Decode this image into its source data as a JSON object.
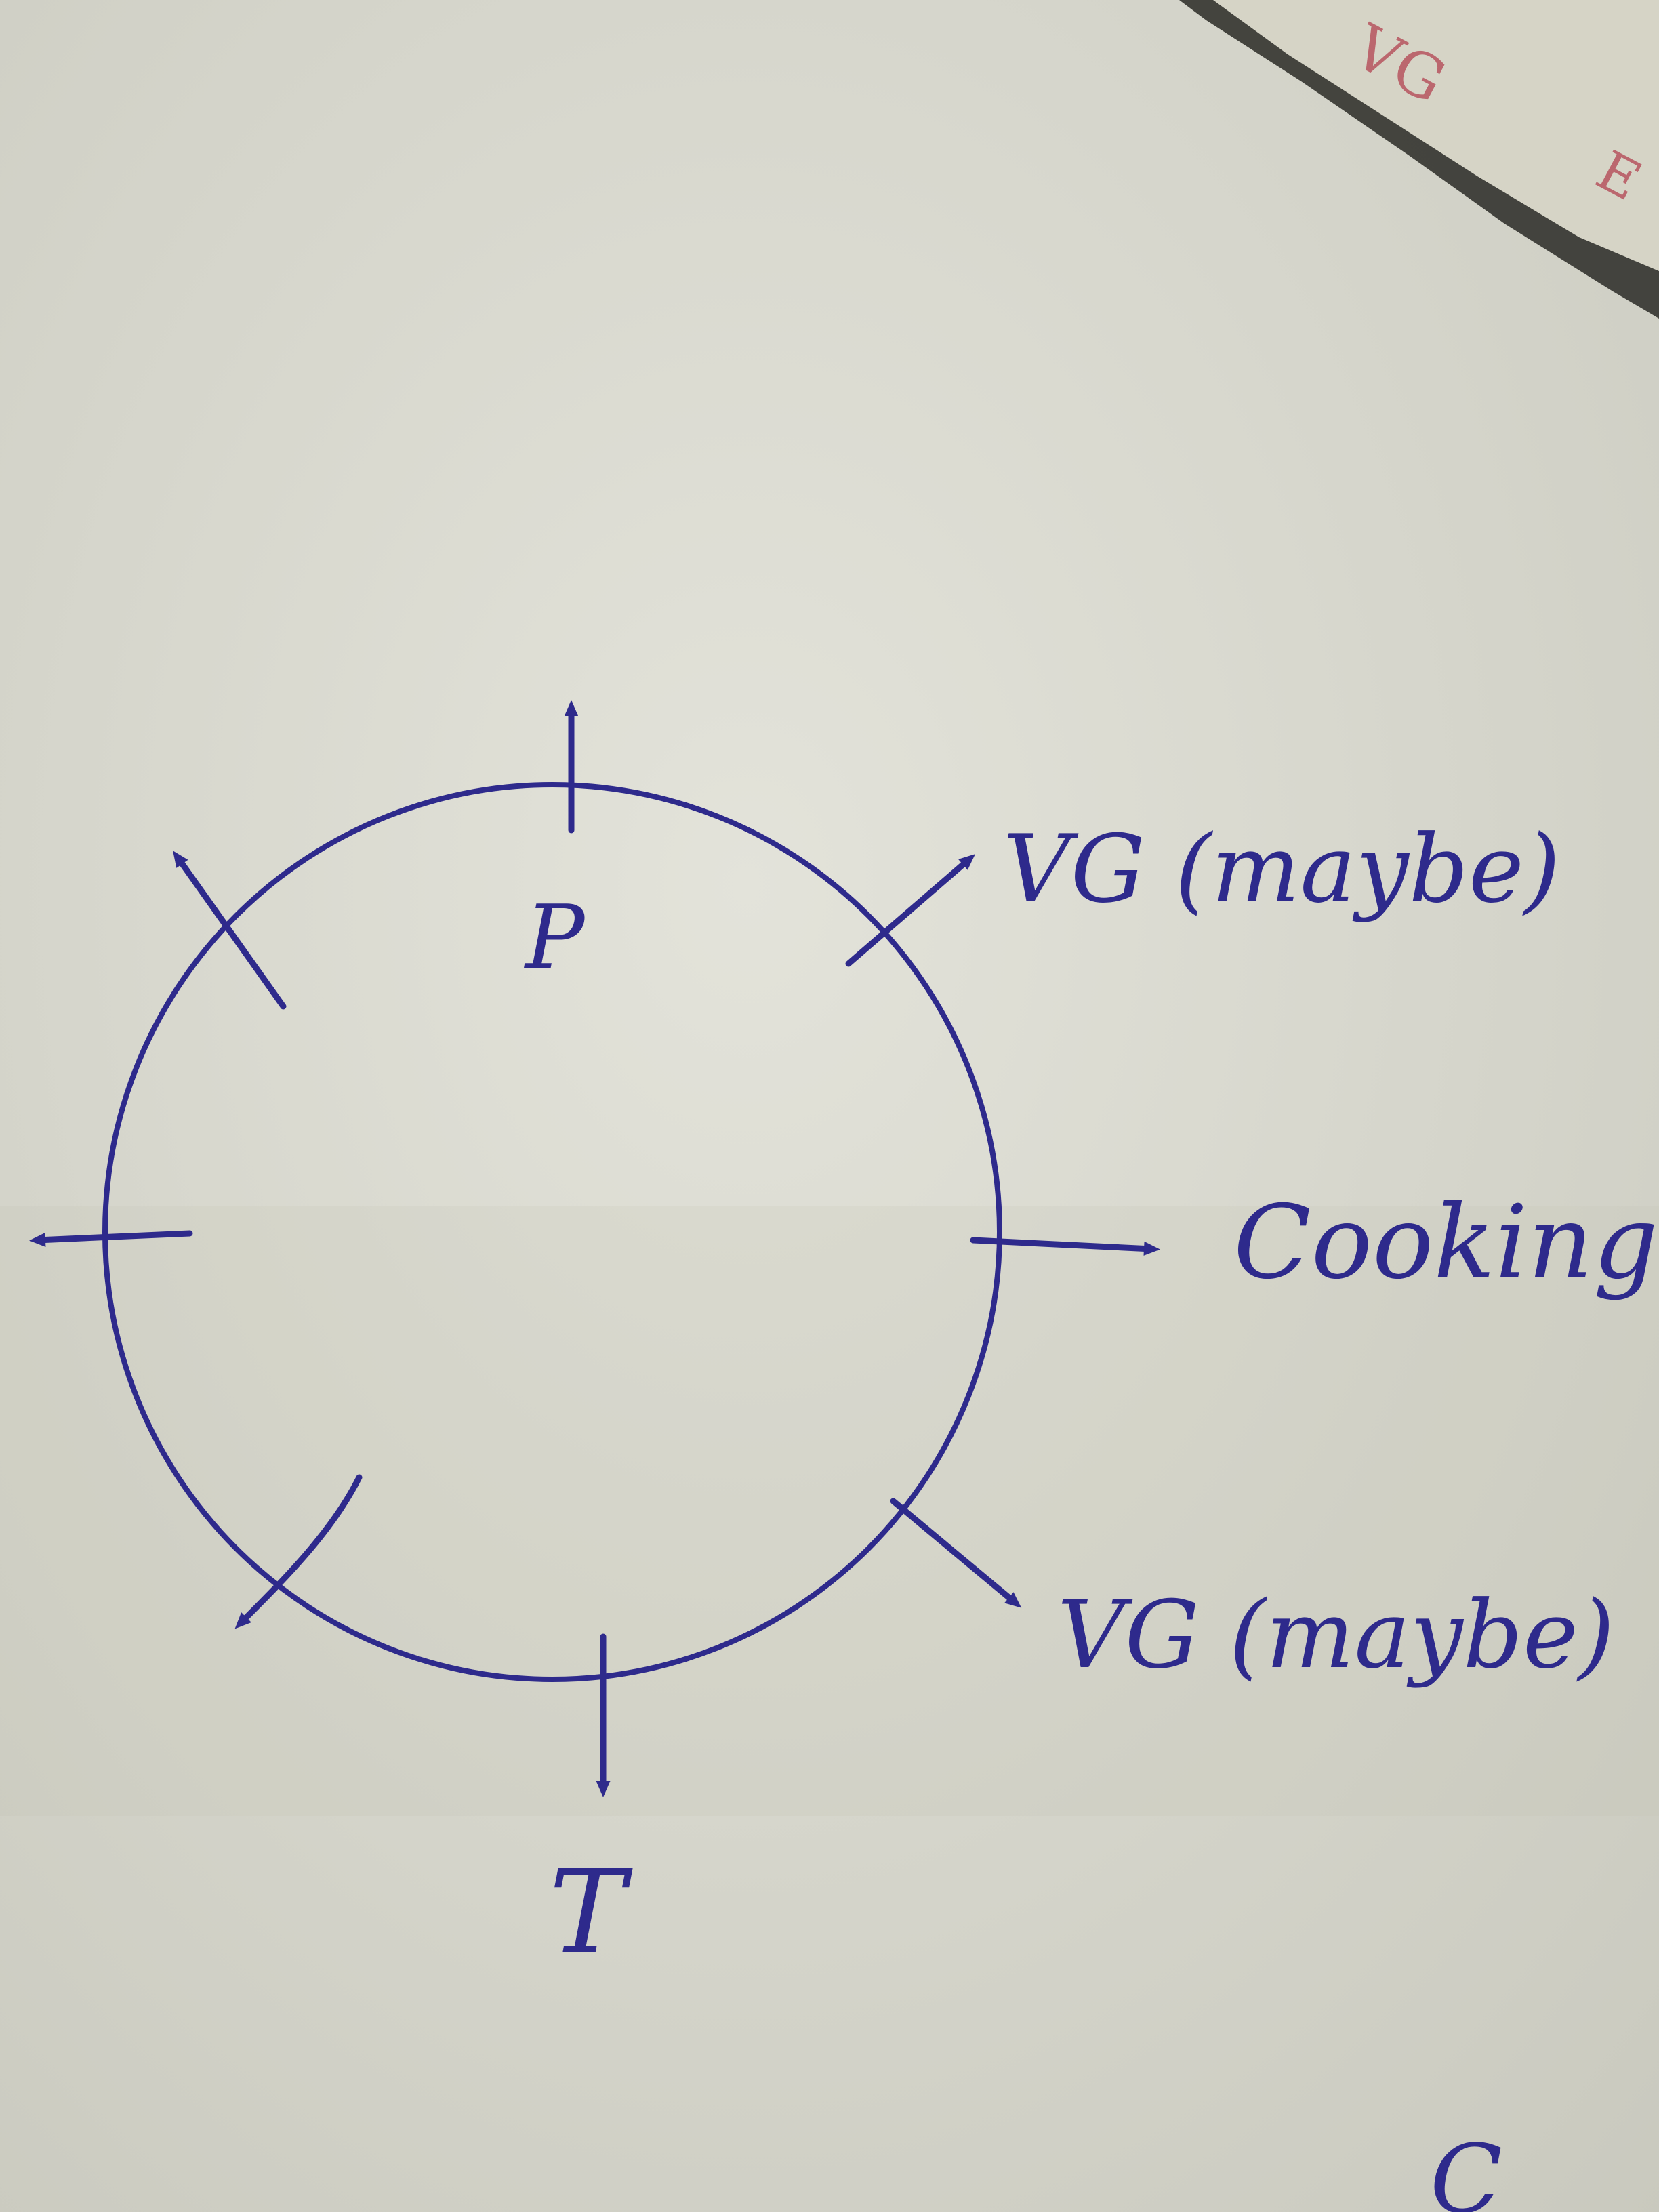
{
  "colors": {
    "ink": "#2e2a8c",
    "paper": "#dcdcd2",
    "paper_shadow": "#c9c9bf",
    "scrap_paper": "#d8d6c8",
    "scrap_ink_red": "#b03a4a"
  },
  "diagram": {
    "center_label": "P",
    "bottom_label": "T",
    "labels": {
      "upper_right": "VG (maybe)",
      "right": "Cooking",
      "lower_right": "VG (maybe)"
    },
    "corner_fragment": "C"
  }
}
